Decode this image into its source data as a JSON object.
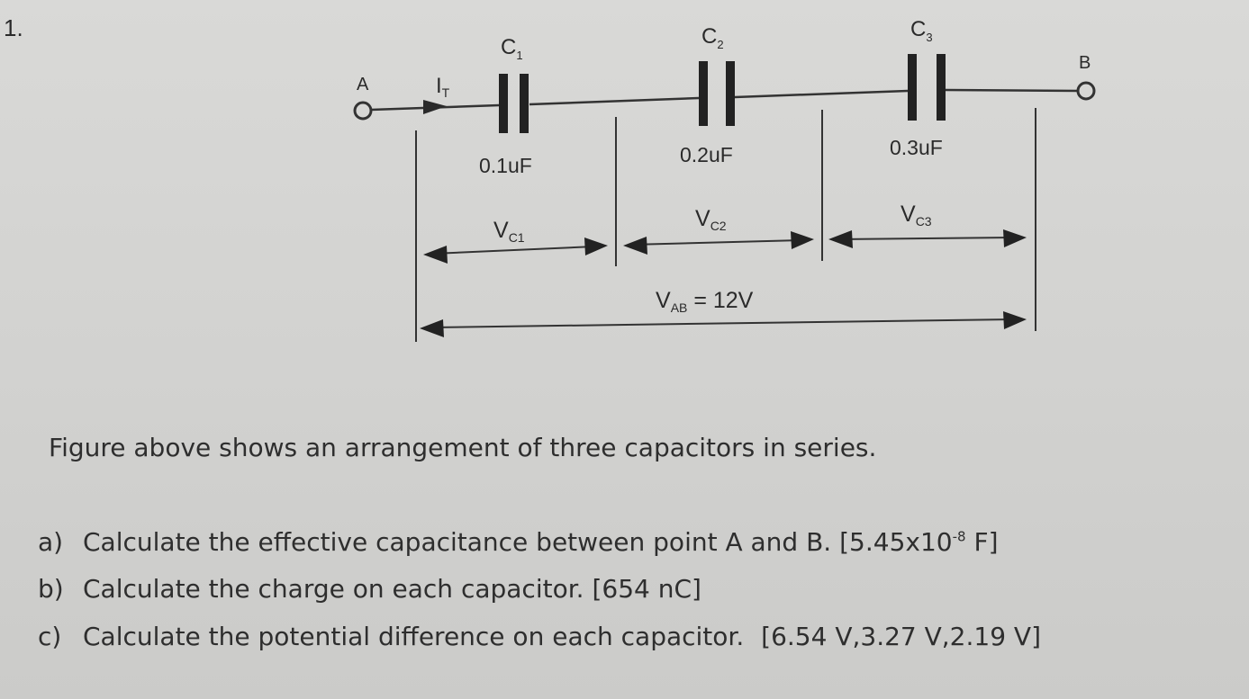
{
  "problem_number": "1.",
  "diagram": {
    "point_a": "A",
    "point_b": "B",
    "current_label": "I",
    "current_sub": "T",
    "capacitors": [
      {
        "name": "C",
        "sub": "1",
        "value": "0.1uF",
        "voltage": "V",
        "voltage_sub": "C1"
      },
      {
        "name": "C",
        "sub": "2",
        "value": "0.2uF",
        "voltage": "V",
        "voltage_sub": "C2"
      },
      {
        "name": "C",
        "sub": "3",
        "value": "0.3uF",
        "voltage": "V",
        "voltage_sub": "C3"
      }
    ],
    "total_voltage": {
      "v": "V",
      "sub": "AB",
      "rest": " = 12V"
    }
  },
  "caption": "Figure above shows an arrangement of three capacitors in series.",
  "questions": [
    {
      "label": "a)",
      "text": "Calculate the effective capacitance between point A and B.",
      "answer_pre": "[5.45x10",
      "answer_exp": "-8",
      "answer_post": " F]"
    },
    {
      "label": "b)",
      "text": "Calculate the charge on each capacitor.",
      "answer": "[654 nC]"
    },
    {
      "label": "c)",
      "text": "Calculate the potential difference on each capacitor.",
      "answer": "[6.54 V,3.27 V,2.19 V]"
    }
  ]
}
